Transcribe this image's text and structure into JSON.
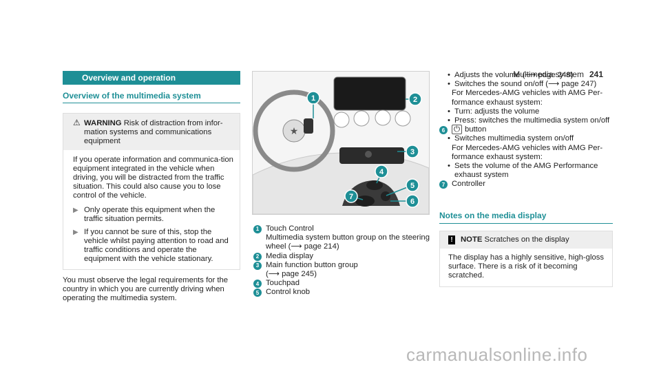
{
  "header": {
    "section": "Multimedia sy stem",
    "page": "241"
  },
  "left": {
    "bar_title": "Overview and operation",
    "sub_title": "Overview of the multimedia system",
    "warning": {
      "label": "WARNING",
      "text": "Risk of distraction from infor-mation systems and communications equipment",
      "body": "If you operate information and communica-tion equipment integrated in the vehicle when driving, you will be distracted from the traffic situation. This could also cause you to lose control of the vehicle.",
      "actions": [
        "Only operate this equipment when the traffic situation permits.",
        "If you cannot be sure of this, stop the vehicle whilst paying attention to road and traffic conditions and operate the equipment with the vehicle stationary."
      ]
    },
    "paragraph": "You must observe the legal requirements for the country in which you are currently driving when operating the multimedia system."
  },
  "figure": {
    "callouts": [
      "1",
      "2",
      "3",
      "4",
      "5",
      "6",
      "7"
    ]
  },
  "legend": [
    {
      "n": "1",
      "title": "Touch Control",
      "desc": "Multimedia system button group on the steering wheel (⟶ page 214)"
    },
    {
      "n": "2",
      "title": "Media display",
      "desc": ""
    },
    {
      "n": "3",
      "title": "Main function button group",
      "desc": "(⟶ page 245)"
    },
    {
      "n": "4",
      "title": "Touchpad",
      "desc": ""
    },
    {
      "n": "5",
      "title": "Control knob",
      "desc": ""
    }
  ],
  "right": {
    "bullets1": [
      "Adjusts the volume (⟶ page 248)",
      "Switches the sound on/off (⟶ page 247)"
    ],
    "amg1": "For Mercedes-AMG vehicles with AMG Per-formance exhaust system:",
    "bullets2": [
      "Turn: adjusts the volume",
      "Press: switches the multimedia system on/off"
    ],
    "item6": {
      "n": "6",
      "icon": "⏻",
      "label": "button"
    },
    "bullets3": [
      "Switches multimedia system on/off"
    ],
    "amg2": "For Mercedes-AMG vehicles with AMG Per-formance exhaust system:",
    "bullets4": [
      "Sets the volume of the AMG Performance exhaust system"
    ],
    "item7": {
      "n": "7",
      "label": "Controller"
    },
    "notes_title": "Notes on the media display",
    "note": {
      "label": "NOTE",
      "text": "Scratches on the display",
      "body": "The display has a highly sensitive, high-gloss surface. There is a risk of it becoming scratched."
    }
  },
  "watermark": "carmanualsonline.info"
}
